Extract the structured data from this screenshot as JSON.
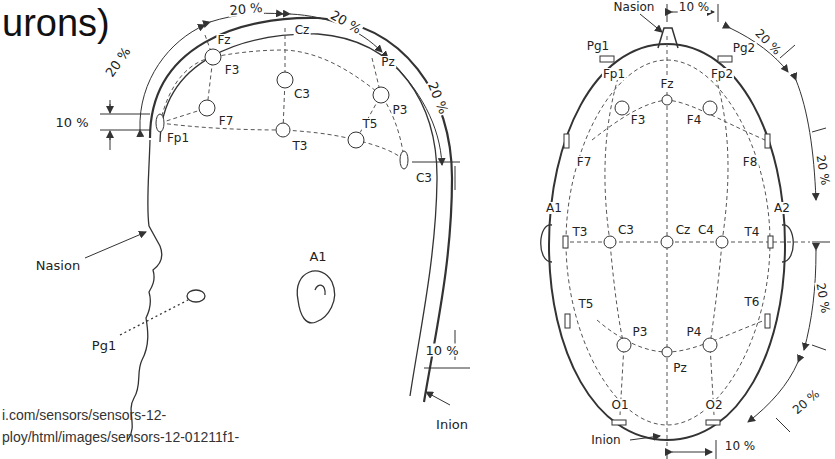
{
  "diagram": {
    "title": "urons)",
    "labels": [
      "20 %",
      "20 %",
      "20 %",
      "20 %",
      "10 %",
      "10 %",
      "Nasion",
      "Pg1",
      "A1",
      "Inion",
      "Fz",
      "F3",
      "F7",
      "Fp1",
      "Cz",
      "C3",
      "T3",
      "Pz",
      "P3",
      "T5",
      "C3",
      "Nasion",
      "10 %",
      "Pg1",
      "Pg2",
      "Fp1",
      "Fp2",
      "20 %",
      "F7",
      "F3",
      "Fz",
      "F4",
      "F8",
      "20 %",
      "A1",
      "T3",
      "C3",
      "Cz",
      "C4",
      "T4",
      "A2",
      "20 %",
      "T5",
      "P3",
      "Pz",
      "P4",
      "T6",
      "20 %",
      "O1",
      "O2",
      "Inion",
      "10 %",
      "i.com/sensors/sensors-12-",
      "ploy/html/images/sensors-12-01211f1-"
    ]
  }
}
